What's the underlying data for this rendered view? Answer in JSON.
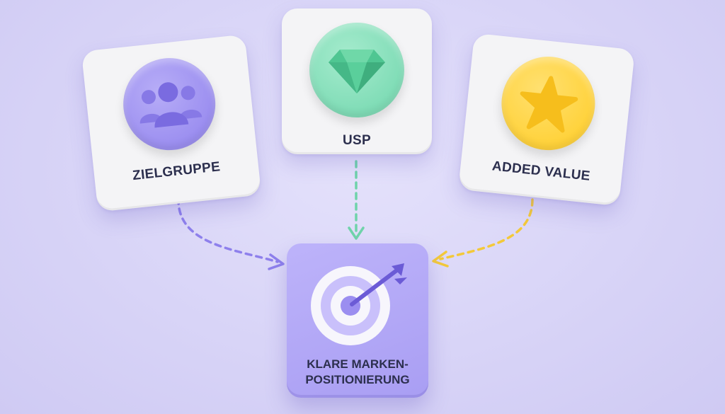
{
  "nodes": {
    "zielgruppe": {
      "label": "ZIELGRUPPE",
      "icon": "people-group-icon",
      "color": "#9b8ef0"
    },
    "usp": {
      "label": "USP",
      "icon": "diamond-gem-icon",
      "color": "#7fdcb6"
    },
    "added_value": {
      "label": "ADDED VALUE",
      "icon": "star-icon",
      "color": "#ffd23a"
    },
    "result": {
      "label_line1": "KLARE MARKEN-",
      "label_line2": "POSITIONIERUNG",
      "icon": "target-arrow-icon",
      "color": "#b1a6f6"
    }
  },
  "edges": [
    {
      "from": "zielgruppe",
      "to": "result",
      "style": "dashed",
      "color": "#8e80ec"
    },
    {
      "from": "usp",
      "to": "result",
      "style": "dashed",
      "color": "#6fd3aa"
    },
    {
      "from": "added_value",
      "to": "result",
      "style": "dashed",
      "color": "#f3c93a"
    }
  ]
}
